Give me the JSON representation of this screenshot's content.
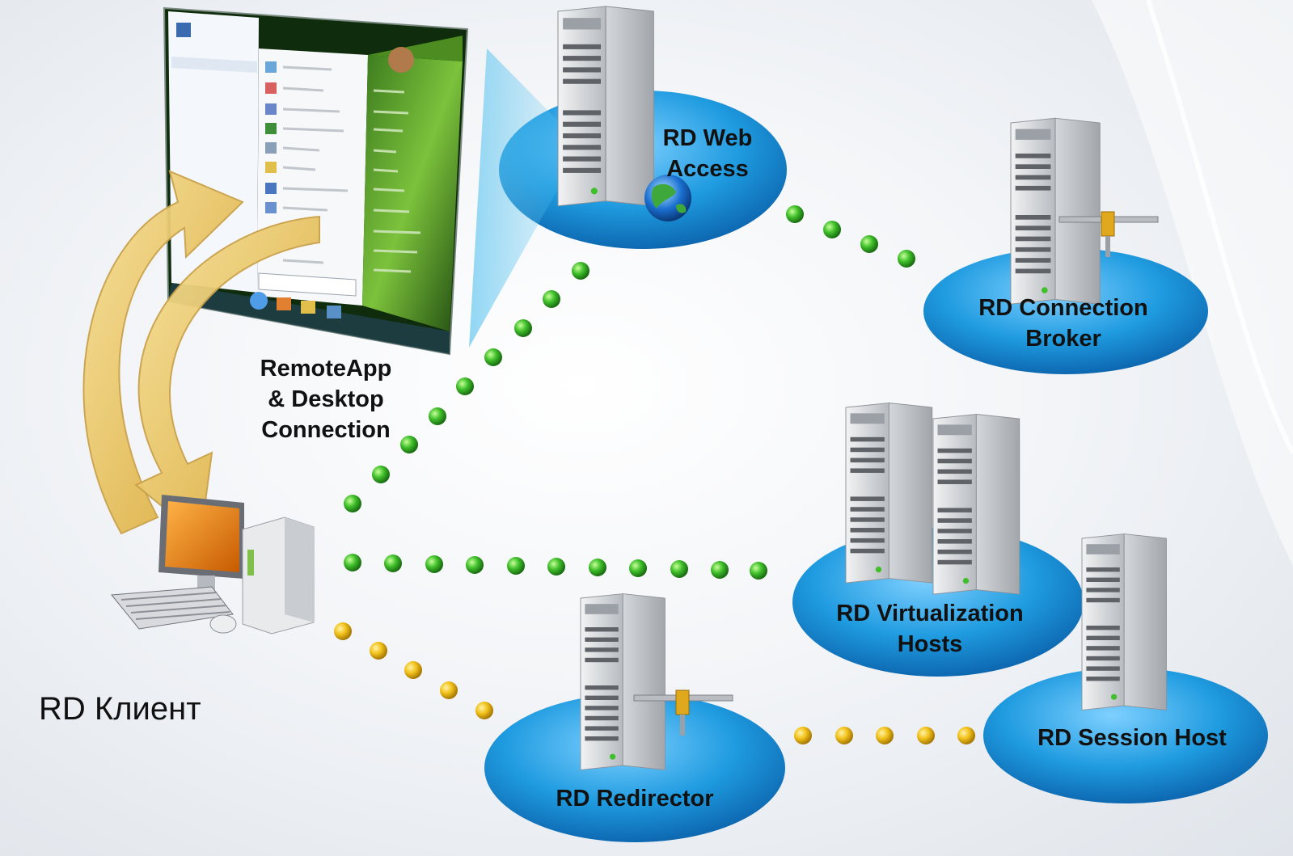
{
  "labels": {
    "rd_web_access": [
      "RD Web",
      "Access"
    ],
    "rd_connection_broker": [
      "RD Connection",
      "Broker"
    ],
    "remoteapp_connection": [
      "RemoteApp",
      "& Desktop",
      "Connection"
    ],
    "rd_virtualization_hosts": [
      "RD Virtualization",
      "Hosts"
    ],
    "rd_session_host": "RD Session Host",
    "rd_redirector": "RD Redirector",
    "rd_client": "RD Клиент"
  },
  "colors": {
    "disc_blue": "#1f9be0",
    "green_link": "#3fbf2a",
    "yellow_link": "#f2c21a",
    "arrow_gold": "#e9c25a",
    "server_gray": "#c9ccd0"
  },
  "icons": [
    "server-icon",
    "globe-icon",
    "network-connector-icon",
    "client-pc-icon",
    "start-menu-screenshot"
  ]
}
